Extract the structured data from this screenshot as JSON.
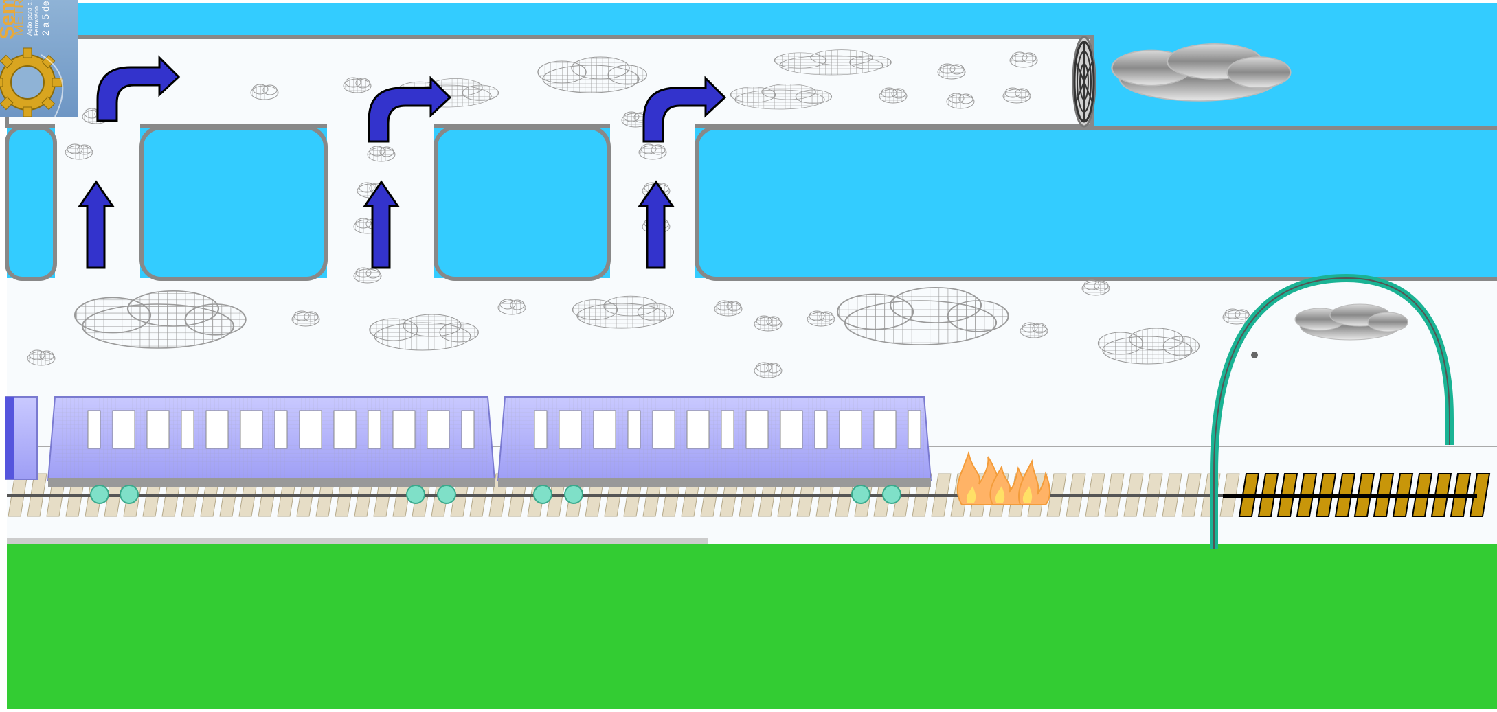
{
  "logo": {
    "title": "Semi",
    "subtitle": "METR",
    "caption": "Ação para a ... Ferroviário",
    "dates": "2 a 5 de",
    "icon": "gear-icon"
  },
  "colors": {
    "sky": "#33ccff",
    "grass": "#33cc33",
    "smoke": "#f8fbfd",
    "duct_border": "#888888",
    "arrow_fill": "#3333cc",
    "train": "#b3b3ff",
    "tunnel": "#1ab394",
    "fire": "#ffb366",
    "rail_tie": "#e6ddc6",
    "rail_tie_dark": "#c8960a"
  },
  "icons": [
    "up-arrow-icon",
    "curved-arrow-icon",
    "exhaust-fan-icon",
    "cloud-icon",
    "fire-icon",
    "wheel-icon"
  ]
}
